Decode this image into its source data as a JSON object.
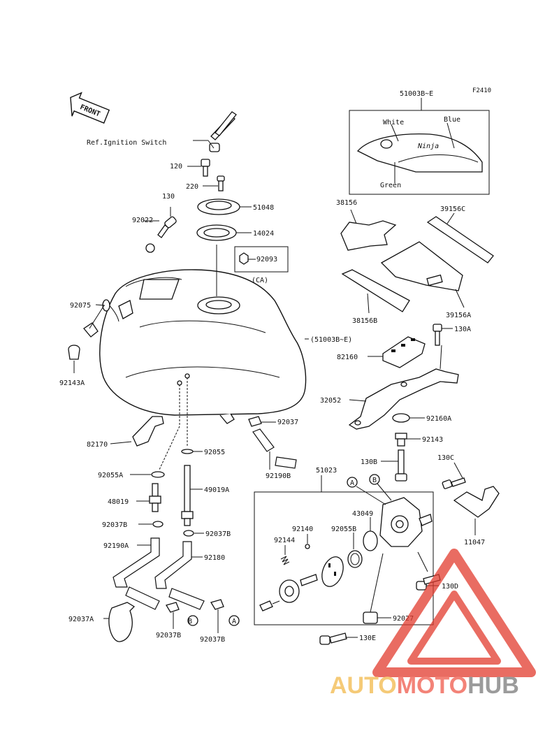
{
  "diagram_code": "F2410",
  "front_label": "FRONT",
  "ref_note": "Ref.Ignition Switch",
  "callouts": {
    "c_51003B_E_top": "51003B~E",
    "c_white": "White",
    "c_blue": "Blue",
    "c_green": "Green",
    "c_38156": "38156",
    "c_39156C": "39156C",
    "c_38156B": "38156B",
    "c_39156A": "39156A",
    "c_130A": "130A",
    "c_82160": "82160",
    "c_32052": "32052",
    "c_92160A": "92160A",
    "c_92143": "92143",
    "c_130B": "130B",
    "c_130C": "130C",
    "c_11047": "11047",
    "c_120": "120",
    "c_220": "220",
    "c_130": "130",
    "c_92022": "92022",
    "c_51048": "51048",
    "c_14024": "14024",
    "c_92093": "92093",
    "c_CA": "(CA)",
    "c_92075": "92075",
    "c_51003B_E_tank": "(51003B~E)",
    "c_92143A": "92143A",
    "c_92037_top": "92037",
    "c_82170": "82170",
    "c_92055": "92055",
    "c_92190B": "92190B",
    "c_92055A": "92055A",
    "c_48019": "48019",
    "c_49019A": "49019A",
    "c_92037B_a": "92037B",
    "c_92037B_b": "92037B",
    "c_92190A": "92190A",
    "c_92180": "92180",
    "c_92037A": "92037A",
    "c_92037B_c": "92037B",
    "c_92037B_d": "92037B",
    "c_51023": "51023",
    "c_43049": "43049",
    "c_92140": "92140",
    "c_92055B": "92055B",
    "c_92144": "92144",
    "c_130D": "130D",
    "c_92027": "92027",
    "c_130E": "130E",
    "mark_A1": "A",
    "mark_B1": "B",
    "mark_A2": "A",
    "mark_B2": "B"
  },
  "watermark": {
    "word_auto": "AUTO",
    "word_moto": "MOTO",
    "word_hub": "HUB",
    "color_auto": "#f2b94a",
    "color_moto": "#ef5a4b",
    "color_hub": "#7a7a7a",
    "triangle_color": "#e23b2e"
  }
}
